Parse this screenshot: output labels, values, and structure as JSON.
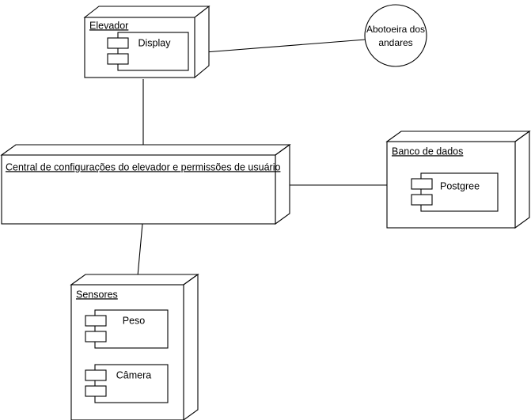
{
  "diagram": {
    "type": "uml-deployment-component-diagram",
    "background_color": "#ffffff",
    "stroke_color": "#000000",
    "nodes": [
      {
        "id": "elevador",
        "title": "Elevador",
        "components": [
          {
            "id": "display",
            "label": "Display"
          }
        ]
      },
      {
        "id": "central",
        "title": "Central de configurações do elevador e permissões de usuário",
        "components": []
      },
      {
        "id": "banco",
        "title": "Banco de dados",
        "components": [
          {
            "id": "postgree",
            "label": "Postgree"
          }
        ]
      },
      {
        "id": "sensores",
        "title": "Sensores",
        "components": [
          {
            "id": "peso",
            "label": "Peso"
          },
          {
            "id": "camera",
            "label": "Câmera"
          }
        ]
      }
    ],
    "interfaces": [
      {
        "id": "abotoeira",
        "label_line1": "Abotoeira dos",
        "label_line2": "andares"
      }
    ],
    "connections": [
      {
        "id": "elevador-abotoeira",
        "from": "elevador",
        "to": "abotoeira"
      },
      {
        "id": "elevador-central",
        "from": "elevador",
        "to": "central"
      },
      {
        "id": "central-banco",
        "from": "central",
        "to": "banco"
      },
      {
        "id": "central-sensores",
        "from": "central",
        "to": "sensores"
      }
    ]
  }
}
